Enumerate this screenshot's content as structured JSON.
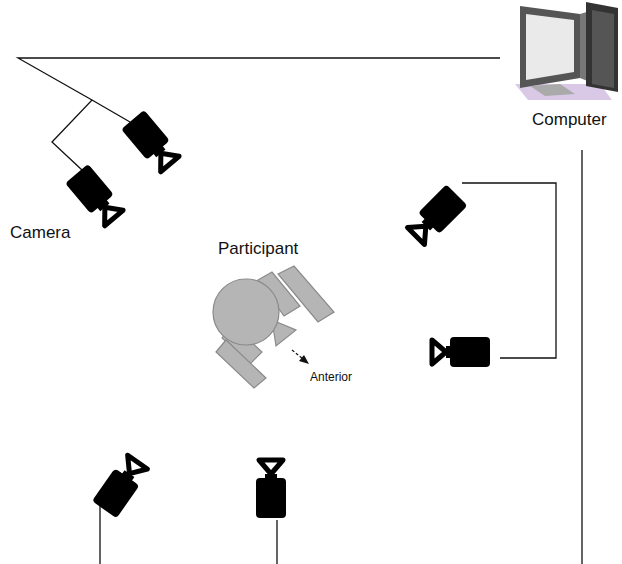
{
  "diagram": {
    "labels": [
      "Computer",
      "Camera",
      "Participant",
      "Anterior"
    ]
  }
}
